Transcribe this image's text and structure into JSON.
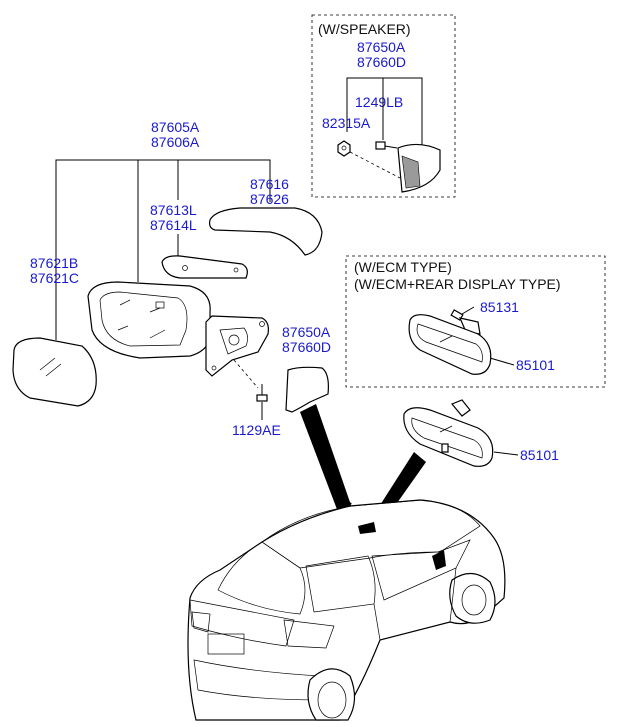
{
  "boxes": {
    "speaker_title": "(W/SPEAKER)",
    "ecm_title_1": "(W/ECM TYPE)",
    "ecm_title_2": "(W/ECM+REAR DISPLAY TYPE)"
  },
  "labels": {
    "sp_a": "87650A",
    "sp_b": "87660D",
    "sp_bolt": "1249LB",
    "sp_nut": "82315A",
    "assy_a": "87605A",
    "assy_b": "87606A",
    "cover_a": "87616",
    "cover_b": "87626",
    "garn_a": "87613L",
    "garn_b": "87614L",
    "glass_a": "87621B",
    "glass_b": "87621C",
    "trim_a": "87650A",
    "trim_b": "87660D",
    "screw": "1129AE",
    "ecm_cam": "85131",
    "ecm_mirror": "85101",
    "rr_mirror": "85101"
  }
}
